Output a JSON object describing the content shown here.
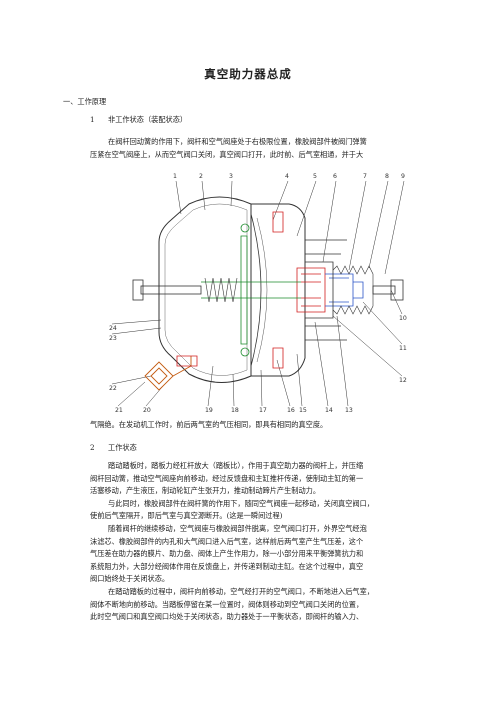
{
  "document": {
    "title": "真空助力器总成",
    "section1": "一、工作原理",
    "sub1": {
      "num": "1",
      "label": "非工作状态（装配状态）"
    },
    "para1": [
      "在阀杆回动簧的作用下，阀杆和空气阀座处于右极限位置，橡胶阀部件被阀门弹簧",
      "压紧在空气阀座上，从而空气阀口关闭，真空阀口打开，此时前、后气室相通，并于大"
    ],
    "para1_cont": "气隔绝。在发动机工作时，前后两气室的气压相同，即具有相同的真空度。",
    "sub2": {
      "num": "2",
      "label": "工作状态"
    },
    "para2": [
      "踏动踏板时，踏板力经杠杆放大（踏板比），作用于真空助力器的阀杆上，并压缩",
      "阀杆回动簧，推动空气阀座向前移动，经过反馈盘和主缸推杆传递，使制动主缸的第一",
      "活塞移动，产生液压，制动轮缸产生张开力，推动制动蹄片产生制动力。",
      "与此同时，橡胶阀部件在阀杆簧的作用下，随同空气阀座一起移动，关闭真空阀口，",
      "使前后气室隔开，即后气室与真空源断开。(这是一瞬间过程)",
      "随着阀杆的继续移动，空气阀座与橡胶阀部件脱离，空气阀口打开，外界空气经泡",
      "沫滤芯、橡胶阀部件的内孔和大气阀口进入后气室，这样前后两气室产生气压差，这个",
      "气压差在助力器的膜片、助力盘、阀体上产生作用力，除一小部分用来平衡弹簧抗力和",
      "系统阻力外，大部分经阀体作用在反馈盘上，并传递到制动主缸。在这个过程中，真空",
      "阀口始终处于关闭状态。",
      "在踏动踏板的过程中，阀杆向前移动，空气经打开的空气阀口，不断地进入后气室，",
      "阀体不断地向前移动。当踏板停留在某一位置时，阀体则移动到空气阀口关闭的位置，",
      "此时空气阀口和真空阀口均处于关闭状态，助力器处于一平衡状态，即阀杆的输入力、"
    ],
    "callouts_top": [
      "1",
      "2",
      "3",
      "4",
      "5",
      "6",
      "7",
      "8",
      "9"
    ],
    "callouts_right": [
      "10",
      "11",
      "12"
    ],
    "callouts_left": [
      "24",
      "23",
      "22"
    ],
    "callouts_bottom": [
      "21",
      "20",
      "19",
      "18",
      "17",
      "16",
      "15",
      "14",
      "13"
    ]
  },
  "colors": {
    "line": "#333333",
    "red": "#d21f1f",
    "green": "#1b8a2b",
    "blue": "#2b55c8",
    "orange": "#c45a10"
  }
}
